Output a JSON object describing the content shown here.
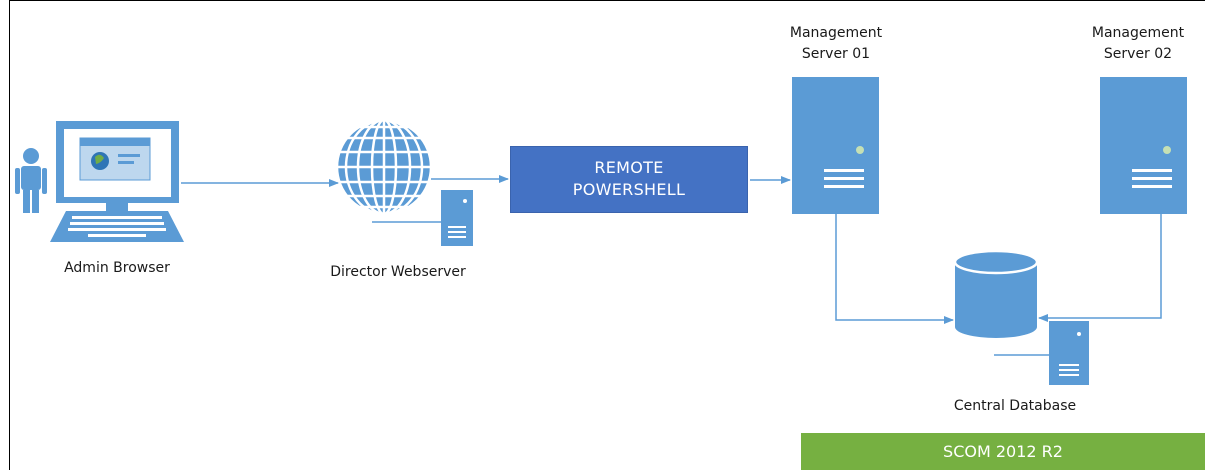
{
  "nodes": {
    "admin_browser": {
      "label": "Admin Browser"
    },
    "director_webserver": {
      "label": "Director Webserver"
    },
    "remote_powershell": {
      "line1": "REMOTE",
      "line2": "POWERSHELL"
    },
    "management_server_01": {
      "line1": "Management",
      "line2": "Server 01"
    },
    "management_server_02": {
      "line1": "Management",
      "line2": "Server 02"
    },
    "central_database": {
      "label": "Central Database"
    }
  },
  "footer": {
    "label": "SCOM 2012 R2"
  },
  "colors": {
    "primary_blue": "#5b9bd5",
    "dark_blue": "#4472c4",
    "green": "#76b041",
    "arrow": "#5b9bd5"
  }
}
